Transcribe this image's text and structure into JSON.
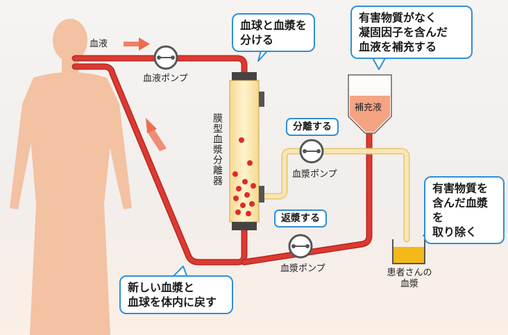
{
  "labels": {
    "blood": "血液",
    "blood_pump": "血液ポンプ",
    "separator": "膜型血漿分離器",
    "replacement": "補充液",
    "plasma_pump_1": "血漿ポンプ",
    "plasma_pump_2": "血漿ポンプ",
    "patient_plasma": "患者さんの\n血漿"
  },
  "bubbles": {
    "separate": "血球と血漿を\n分ける",
    "replenish": "有害物質がなく\n凝固因子を含んだ\n血液を補充する",
    "remove": "有害物質を\n含んだ血漿を\n取り除く",
    "return": "新しい血漿と\n血球を体内に戻す"
  },
  "tags": {
    "separation": "分離する",
    "return_plasma": "返漿する"
  },
  "colors": {
    "blood_line": "#d8322c",
    "plasma_line": "#f3dca0",
    "body": "#f2c2a2",
    "bubble_border": "#2e8fd6",
    "replacement_fluid": "#f4a483",
    "waste_plasma": "#f3b819",
    "arrow": "#ef6b4f"
  }
}
